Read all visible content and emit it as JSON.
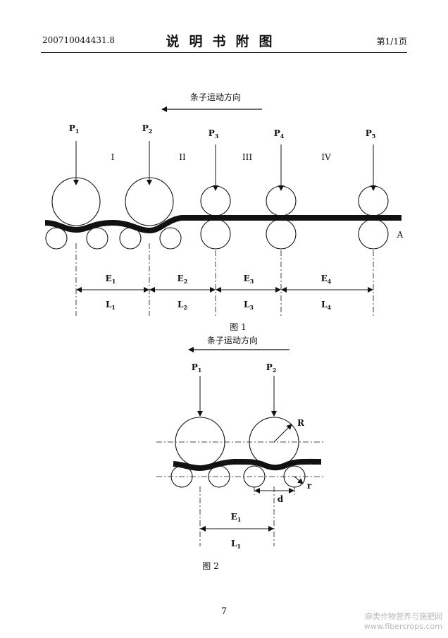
{
  "header": {
    "application_no": "200710044431.8",
    "title": "说明书附图",
    "page": "第1/1页"
  },
  "figure1": {
    "direction_label": "条子运动方向",
    "caption": "图 1",
    "zone_labels": [
      "I",
      "II",
      "III",
      "IV"
    ],
    "side_label": "A",
    "pressures": [
      {
        "base": "P",
        "sub": "1"
      },
      {
        "base": "P",
        "sub": "2"
      },
      {
        "base": "P",
        "sub": "3"
      },
      {
        "base": "P",
        "sub": "4"
      },
      {
        "base": "P",
        "sub": "5"
      }
    ],
    "e_dims": [
      {
        "base": "E",
        "sub": "1"
      },
      {
        "base": "E",
        "sub": "2"
      },
      {
        "base": "E",
        "sub": "3"
      },
      {
        "base": "E",
        "sub": "4"
      }
    ],
    "l_dims": [
      {
        "base": "L",
        "sub": "1"
      },
      {
        "base": "L",
        "sub": "2"
      },
      {
        "base": "L",
        "sub": "3"
      },
      {
        "base": "L",
        "sub": "4"
      }
    ]
  },
  "figure2": {
    "direction_label": "条子运动方向",
    "caption": "图 2",
    "pressures": [
      {
        "base": "P",
        "sub": "1"
      },
      {
        "base": "P",
        "sub": "2"
      }
    ],
    "e_dim": {
      "base": "E",
      "sub": "1"
    },
    "l_dim": {
      "base": "L",
      "sub": "1"
    },
    "radius_large": "R",
    "radius_small": "r",
    "spacing": "d"
  },
  "footer": {
    "page_number": "7",
    "watermark_line1": "麻类作物营养与施肥网",
    "watermark_line2": "www.fibercrops.com"
  }
}
